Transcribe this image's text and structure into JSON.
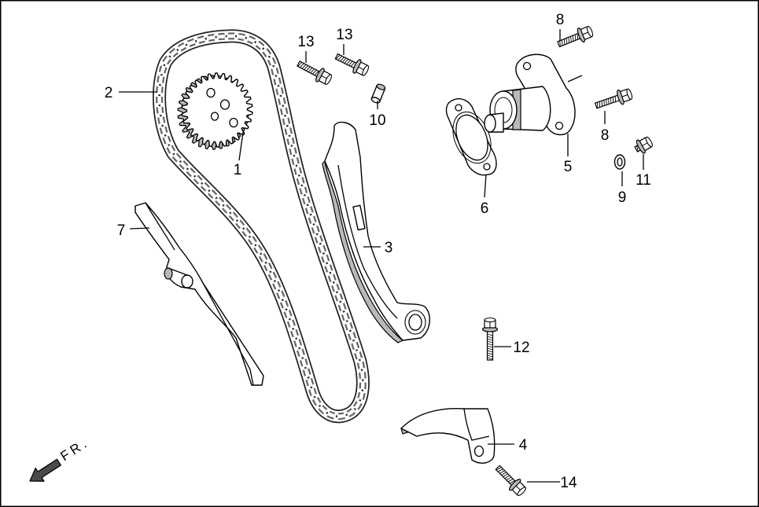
{
  "callouts": [
    "1",
    "2",
    "3",
    "4",
    "5",
    "6",
    "7",
    "8",
    "8",
    "9",
    "10",
    "11",
    "12",
    "13",
    "13",
    "14"
  ],
  "direction_label": "FR.",
  "colors": {
    "line": "#000000",
    "paper": "#ffffff",
    "shade": "#b9b9b9",
    "arrow": "#4a4a4a"
  }
}
